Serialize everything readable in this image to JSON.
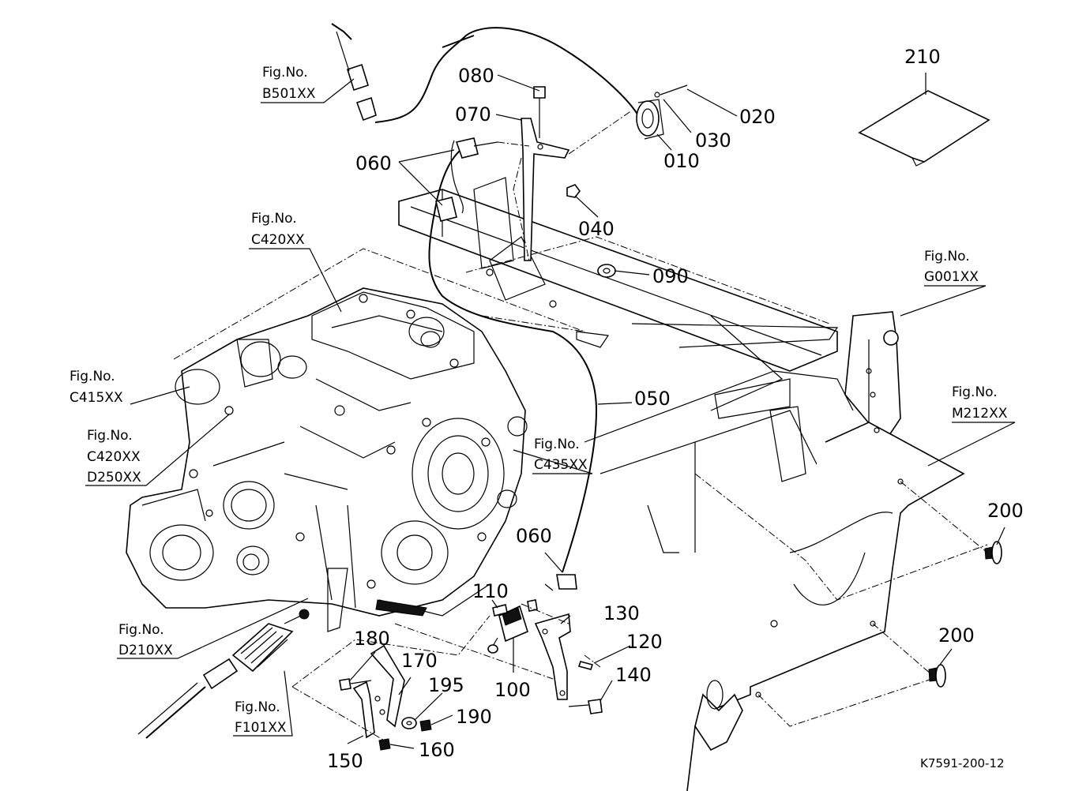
{
  "parts": {
    "p010": "010",
    "p020": "020",
    "p030": "030",
    "p040": "040",
    "p050": "050",
    "p060a": "060",
    "p060b": "060",
    "p070": "070",
    "p080": "080",
    "p090": "090",
    "p100": "100",
    "p110": "110",
    "p120": "120",
    "p130": "130",
    "p140": "140",
    "p150": "150",
    "p160": "160",
    "p170": "170",
    "p180": "180",
    "p190": "190",
    "p195": "195",
    "p200a": "200",
    "p200b": "200",
    "p210": "210"
  },
  "figure_refs": {
    "fig_label": "Fig.No.",
    "b501": "B501XX",
    "c420_top": "C420XX",
    "g001": "G001XX",
    "c415": "C415XX",
    "c420": "C420XX",
    "d250": "D250XX",
    "c435": "C435XX",
    "m212": "M212XX",
    "d210": "D210XX",
    "f101": "F101XX"
  },
  "drawing_code": "K7591-200-12"
}
